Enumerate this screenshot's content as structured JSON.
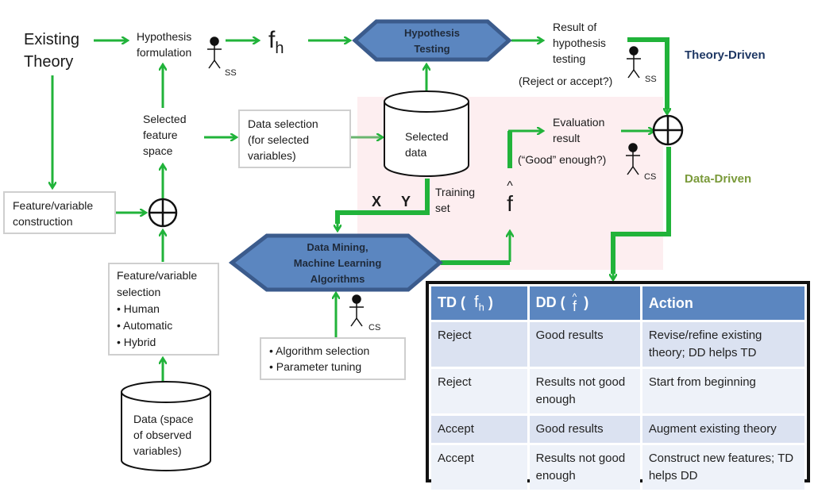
{
  "colors": {
    "arrow": "#21b33a",
    "hexagon_fill": "#5b86c0",
    "hexagon_border": "#3b5b8c",
    "highlight_region": "#fdeef0",
    "theory_driven": "#1f3864",
    "data_driven": "#7a9a3a",
    "table_header": "#5b86c0",
    "table_row_odd": "#dbe2f1",
    "table_row_even": "#eef2f9"
  },
  "nodes": {
    "existing_theory": [
      "Existing",
      "Theory"
    ],
    "hypothesis_formulation": [
      "Hypothesis",
      "formulation"
    ],
    "fh_symbol": "f",
    "fh_subscript": "h",
    "hypothesis_testing": [
      "Hypothesis",
      "Testing"
    ],
    "result_of_testing": [
      "Result of",
      "hypothesis",
      "testing"
    ],
    "reject_or_accept": "(Reject or accept?)",
    "theory_driven_label": "Theory-Driven",
    "data_driven_label": "Data-Driven",
    "selected_feature_space": [
      "Selected",
      "feature",
      "space"
    ],
    "data_selection": [
      "Data selection",
      "(for selected",
      "variables)"
    ],
    "selected_data": [
      "Selected",
      "data"
    ],
    "evaluation_result": [
      "Evaluation",
      "result"
    ],
    "good_enough": "(“Good” enough?)",
    "feature_construction": [
      "Feature/variable",
      "construction"
    ],
    "x_label": "X",
    "y_label": "Y",
    "training_set": [
      "Training",
      "set"
    ],
    "f_hat": "f",
    "f_hat_accent": "^",
    "data_mining": [
      "Data Mining,",
      "Machine Learning",
      "Algorithms"
    ],
    "feature_selection": {
      "title": [
        "Feature/variable",
        "selection"
      ],
      "bullets": [
        "Human",
        "Automatic",
        "Hybrid"
      ]
    },
    "algorithm_box": {
      "bullets": [
        "Algorithm selection",
        "Parameter tuning"
      ]
    },
    "raw_data": [
      "Data (space",
      "of observed",
      "variables)"
    ]
  },
  "actors": {
    "hypothesis_formulation": "SS",
    "result_testing": "SS",
    "evaluation": "CS",
    "algorithms": "CS"
  },
  "table": {
    "headers": {
      "td": "TD (",
      "td_sym": "f",
      "td_sub": "h",
      "td_close": ")",
      "dd": "DD (",
      "dd_sym": "f",
      "dd_accent": "^",
      "dd_close": ")",
      "action": "Action"
    },
    "rows": [
      {
        "td": "Reject",
        "dd": "Good results",
        "action": "Revise/refine existing theory; DD helps TD"
      },
      {
        "td": "Reject",
        "dd": "Results not good enough",
        "action": "Start from beginning"
      },
      {
        "td": "Accept",
        "dd": "Good results",
        "action": "Augment existing theory"
      },
      {
        "td": "Accept",
        "dd": "Results not good enough",
        "action": "Construct new features; TD helps DD"
      }
    ]
  }
}
